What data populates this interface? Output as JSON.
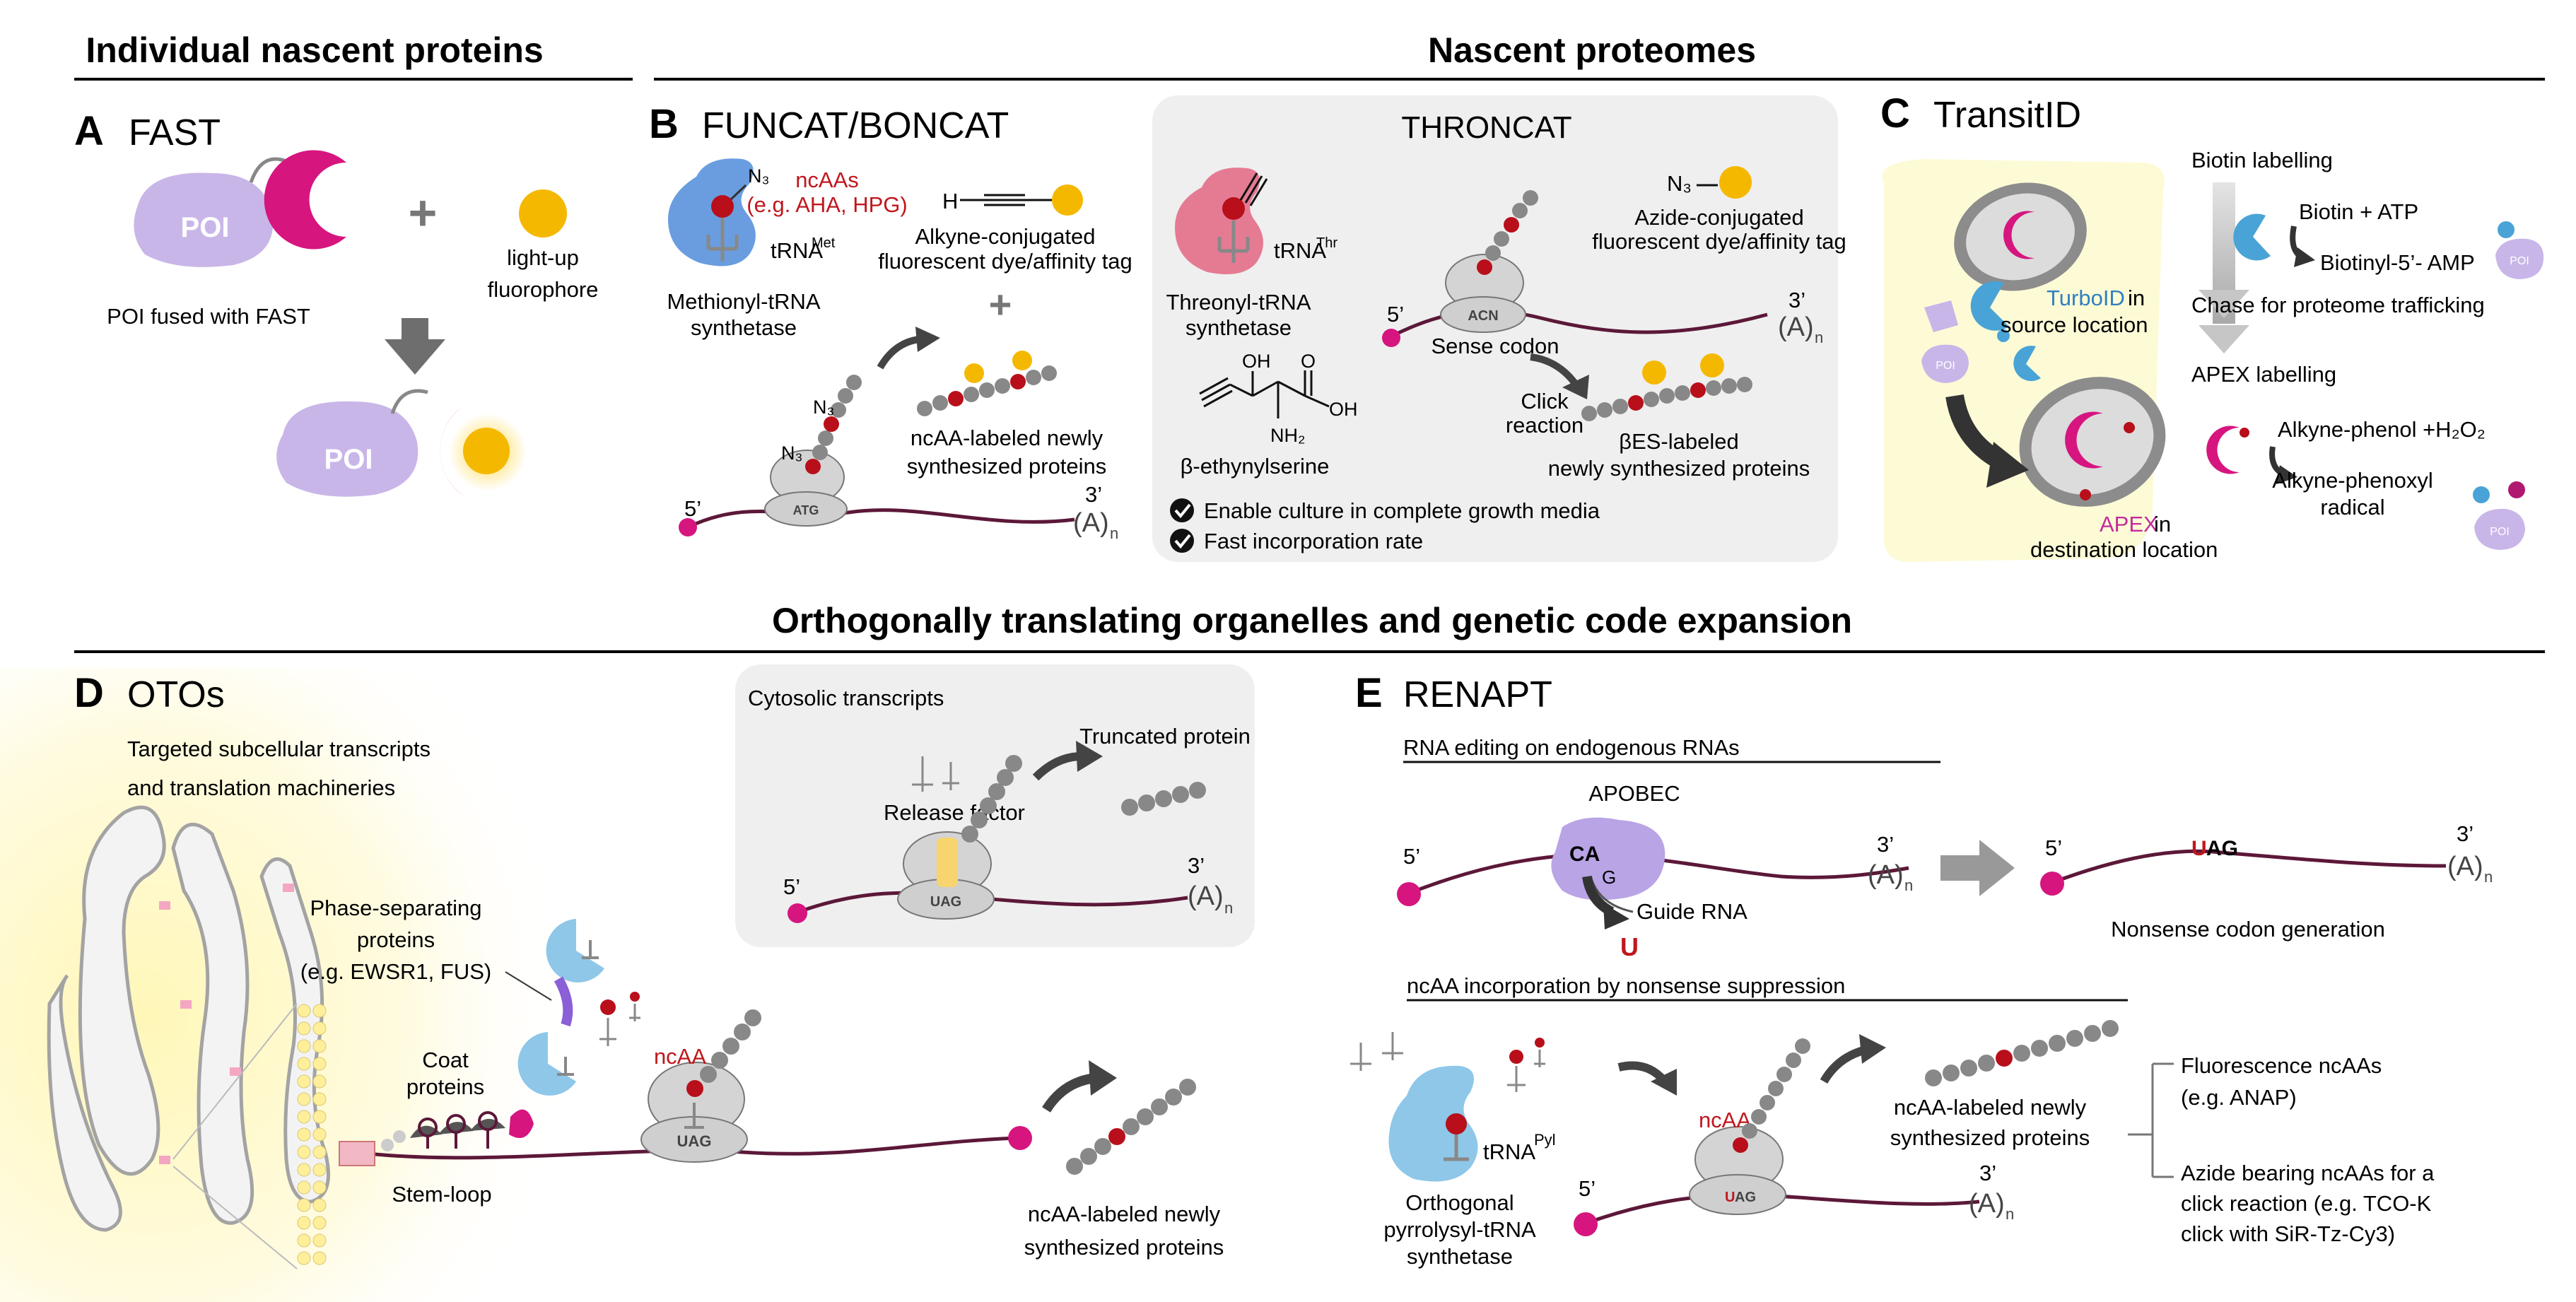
{
  "colors": {
    "pink": "#d6157f",
    "lavender": "#c9b6e8",
    "blue": "#6a9de0",
    "lightblue": "#8ec7e8",
    "tRNAred": "#b80f1a",
    "gray": "#8a8a8a",
    "mrna": "#5c1838",
    "yellowbg": "#fdfbd6",
    "panelbg": "#efefef"
  },
  "headers": {
    "left": "Individual nascent proteins",
    "right": "Nascent proteomes",
    "middle": "Orthogonally translating organelles and genetic code expansion"
  },
  "A": {
    "letter": "A",
    "title": "FAST",
    "poi": "POI",
    "poi2": "POI",
    "plus": "+",
    "light_up1": "light-up",
    "light_up2": "fluorophore",
    "poi_fused": "POI fused with FAST"
  },
  "B": {
    "letter": "B",
    "title": "FUNCAT/BONCAT",
    "n3": "N₃",
    "ncaas1": "ncAAs",
    "ncaas2": "(e.g. AHA, HPG)",
    "trna": "tRNA",
    "trna_sup": "Met",
    "synth1": "Methionyl-tRNA",
    "synth2": "synthetase",
    "alkyne_h": "H",
    "alkyne1": "Alkyne-conjugated",
    "alkyne2": "fluorescent dye/affinity tag",
    "plus": "+",
    "n3a": "N₃",
    "n3b": "N₃",
    "atg": "ATG",
    "five": "5’",
    "three": "3’",
    "polya": "(A)",
    "polya_sub": "n",
    "labeled1": "ncAA-labeled newly",
    "labeled2": "synthesized proteins"
  },
  "THR": {
    "title": "THRONCAT",
    "trna": "tRNA",
    "trna_sup": "Thr",
    "synth1": "Threonyl-tRNA",
    "synth2": "synthetase",
    "n3": "N₃",
    "azide1": "Azide-conjugated",
    "azide2": "fluorescent dye/affinity tag",
    "oh": "OH",
    "o": "O",
    "oh2": "OH",
    "nh2": "NH₂",
    "bes": "β-ethynylserine",
    "acn": "ACN",
    "five": "5’",
    "three": "3’",
    "polya": "(A)",
    "polya_sub": "n",
    "sense": "Sense codon",
    "click1": "Click",
    "click2": "reaction",
    "bes_labeled1": "βES-labeled",
    "bes_labeled2": "newly synthesized proteins",
    "check1": "Enable culture in complete growth media",
    "check2": "Fast incorporation rate"
  },
  "C": {
    "letter": "C",
    "title": "TransitID",
    "turbo": "TurboID",
    "in": " in",
    "source": "source location",
    "poi": "POI",
    "apex": "APEX",
    "in2": " in",
    "dest": "destination location",
    "biotin_labelling": "Biotin labelling",
    "biotin_atp": "Biotin + ATP",
    "biotinyl": "Biotinyl-5’- AMP",
    "poi2": "POI",
    "chase": "Chase for proteome trafficking",
    "apex_labelling": "APEX labelling",
    "alkyne_phenol": "Alkyne-phenol +H₂O₂",
    "phenoxyl1": "Alkyne-phenoxyl",
    "phenoxyl2": "radical",
    "poi3": "POI"
  },
  "D": {
    "letter": "D",
    "title": "OTOs",
    "targeted1": "Targeted subcellular transcripts",
    "targeted2": "and translation machineries",
    "phase1": "Phase-separating",
    "phase2": "proteins",
    "phase3": "(e.g. EWSR1, FUS)",
    "coat1": "Coat",
    "coat2": "proteins",
    "stem": "Stem-loop",
    "ncaa": "ncAA",
    "uag": "UAG",
    "labeled1": "ncAA-labeled newly",
    "labeled2": "synthesized proteins",
    "cyto": "Cytosolic transcripts",
    "truncated": "Truncated protein",
    "release": "Release factor",
    "uag2": "UAG",
    "five": "5’",
    "three": "3’",
    "polya": "(A)",
    "polya_sub": "n"
  },
  "E": {
    "letter": "E",
    "title": "RENAPT",
    "rna_editing": "RNA editing on endogenous RNAs",
    "apobec": "APOBEC",
    "ca": "CA",
    "g": "G",
    "guide": "Guide RNA",
    "u": "U",
    "five1": "5’",
    "three1": "3’",
    "polya1": "(A)",
    "polya1_sub": "n",
    "five2": "5’",
    "uag_u": "U",
    "uag_ag": "AG",
    "three2": "3’",
    "polya2": "(A)",
    "polya2_sub": "n",
    "nonsense": "Nonsense codon generation",
    "ncaa_incorp": "ncAA incorporation by nonsense suppression",
    "trna": "tRNA",
    "trna_sup": "Pyl",
    "orth1": "Orthogonal",
    "orth2": "pyrrolysyl-tRNA",
    "orth3": "synthetase",
    "ncaa": "ncAA",
    "uag_u2": "U",
    "uag_ag2": "AG",
    "five3": "5’",
    "three3": "3’",
    "polya3": "(A)",
    "polya3_sub": "n",
    "labeled1": "ncAA-labeled newly",
    "labeled2": "synthesized proteins",
    "fluor1": "Fluorescence ncAAs",
    "fluor2": "(e.g. ANAP)",
    "azide1": "Azide bearing ncAAs for a",
    "azide2": "click reaction (e.g. TCO-K",
    "azide3": "click with SiR-Tz-Cy3)"
  }
}
